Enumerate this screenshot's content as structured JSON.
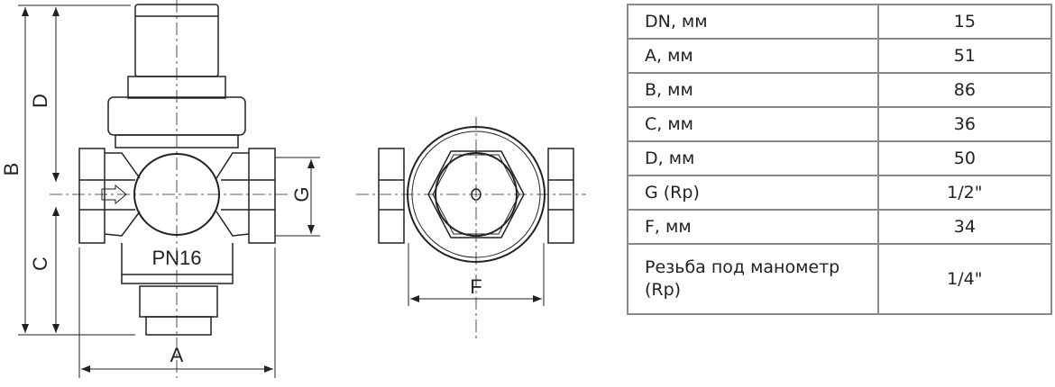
{
  "drawing": {
    "labels": {
      "A": "A",
      "B": "B",
      "C": "C",
      "D": "D",
      "G": "G",
      "F": "F"
    },
    "marking": "PN16"
  },
  "specs": [
    {
      "param": "DN, мм",
      "value": "15"
    },
    {
      "param": "A, мм",
      "value": "51"
    },
    {
      "param": "B, мм",
      "value": "86"
    },
    {
      "param": "C, мм",
      "value": "36"
    },
    {
      "param": "D, мм",
      "value": "50"
    },
    {
      "param": "G (Rp)",
      "value": "1/2\""
    },
    {
      "param": "F, мм",
      "value": "34"
    },
    {
      "param": "Резьба под манометр (Rp)",
      "value": "1/4\""
    }
  ]
}
